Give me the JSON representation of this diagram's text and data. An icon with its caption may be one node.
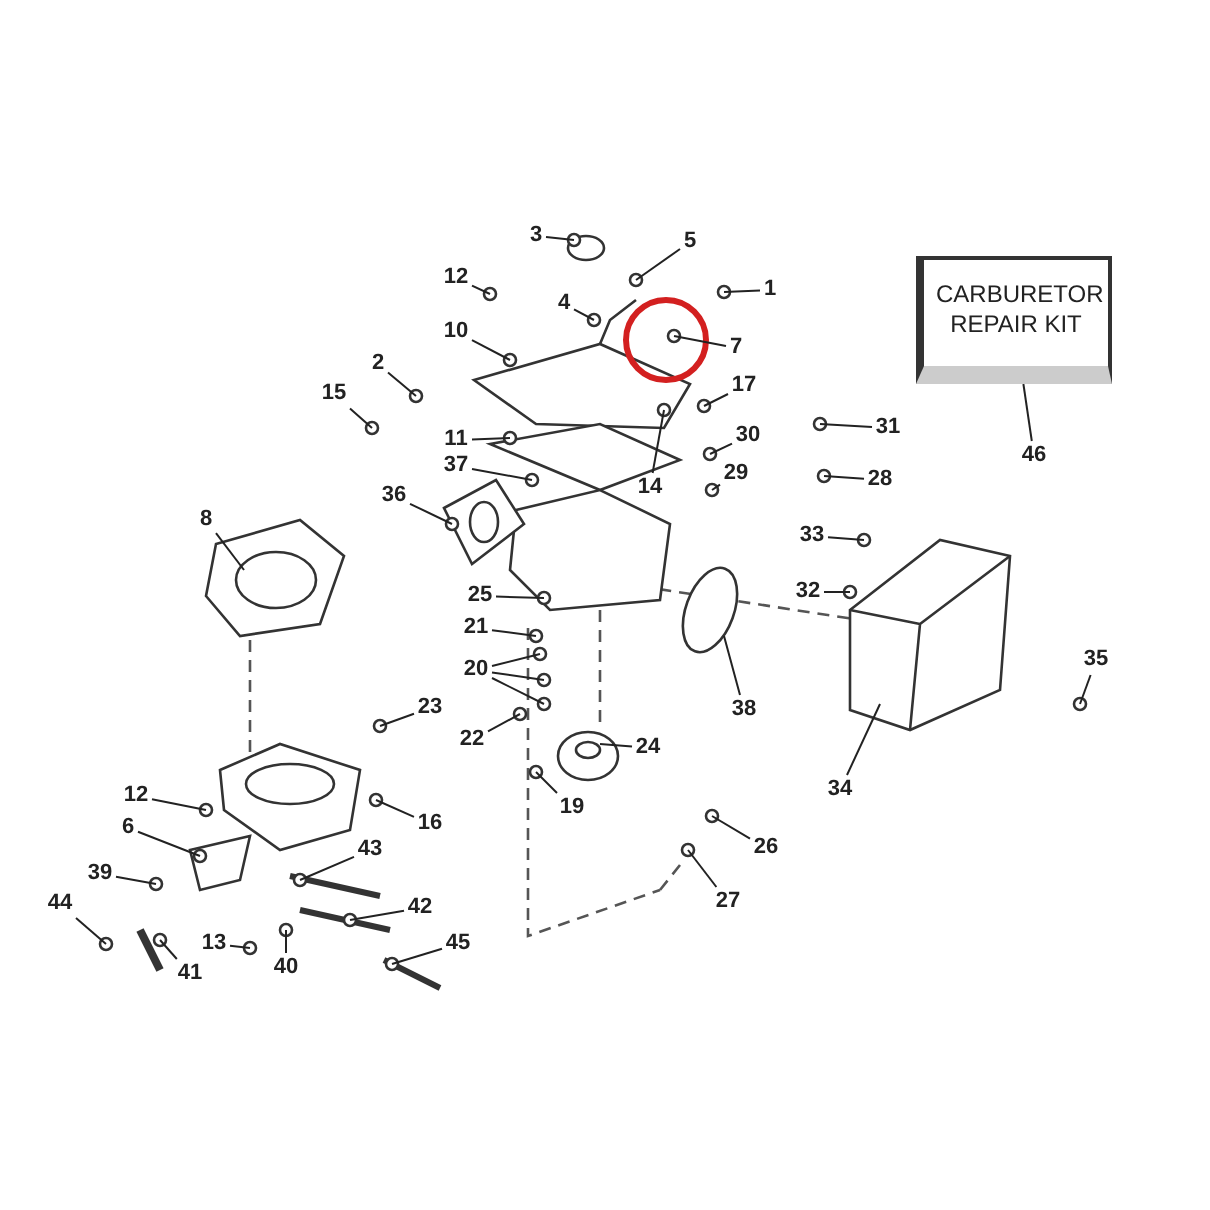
{
  "diagram": {
    "nodes": [
      {
        "text": [
          "3"
        ]
      },
      {
        "text": [
          "CARBURETOR REPAIR KIT"
        ]
      },
      {
        "text": [
          "5"
        ]
      },
      {
        "text": [
          "12"
        ]
      },
      {
        "text": [
          "4"
        ]
      },
      {
        "text": [
          "1"
        ]
      },
      {
        "text": [
          "10"
        ]
      },
      {
        "text": [
          "7"
        ]
      },
      {
        "text": [
          "2"
        ]
      },
      {
        "text": [
          "17"
        ]
      },
      {
        "text": [
          "15"
        ]
      },
      {
        "text": [
          "11"
        ]
      },
      {
        "text": [
          "30"
        ]
      },
      {
        "text": [
          "31"
        ]
      },
      {
        "text": [
          "46"
        ]
      },
      {
        "text": [
          "37"
        ]
      },
      {
        "text": [
          "29"
        ]
      },
      {
        "text": [
          "14"
        ]
      },
      {
        "text": [
          "28"
        ]
      },
      {
        "text": [
          "36"
        ]
      },
      {
        "text": [
          "8"
        ]
      },
      {
        "text": [
          "33"
        ]
      },
      {
        "text": [
          "32"
        ]
      },
      {
        "text": [
          "25"
        ]
      },
      {
        "text": [
          "21"
        ]
      },
      {
        "text": [
          "35"
        ]
      },
      {
        "text": [
          "20"
        ]
      },
      {
        "text": [
          "38"
        ]
      },
      {
        "text": [
          "23"
        ]
      },
      {
        "text": [
          "22"
        ]
      },
      {
        "text": [
          "24"
        ]
      },
      {
        "text": [
          "34"
        ]
      },
      {
        "text": [
          "12"
        ]
      },
      {
        "text": [
          "19"
        ]
      },
      {
        "text": [
          "16"
        ]
      },
      {
        "text": [
          "6"
        ]
      },
      {
        "text": [
          "26"
        ]
      },
      {
        "text": [
          "43"
        ]
      },
      {
        "text": [
          "39"
        ]
      },
      {
        "text": [
          "27"
        ]
      },
      {
        "text": [
          "44"
        ]
      },
      {
        "text": [
          "42"
        ]
      },
      {
        "text": [
          "13"
        ]
      },
      {
        "text": [
          "45"
        ]
      },
      {
        "text": [
          "40"
        ]
      },
      {
        "text": [
          "41"
        ]
      }
    ],
    "edges": [
      {
        "from": 0,
        "to": null,
        "arrow": "none"
      },
      {
        "from": 2,
        "to": null,
        "arrow": "none"
      },
      {
        "from": 3,
        "to": null,
        "arrow": "none"
      },
      {
        "from": 4,
        "to": null,
        "arrow": "none"
      },
      {
        "from": 5,
        "to": null,
        "arrow": "none"
      },
      {
        "from": 6,
        "to": null,
        "arrow": "none"
      },
      {
        "from": 7,
        "to": null,
        "arrow": "none"
      },
      {
        "from": 8,
        "to": null,
        "arrow": "none"
      },
      {
        "from": 9,
        "to": null,
        "arrow": "none"
      },
      {
        "from": 10,
        "to": null,
        "arrow": "none"
      },
      {
        "from": 11,
        "to": null,
        "arrow": "none"
      },
      {
        "from": 12,
        "to": null,
        "arrow": "none"
      },
      {
        "from": 13,
        "to": null,
        "arrow": "none"
      },
      {
        "from": 14,
        "to": 1,
        "arrow": "none"
      },
      {
        "from": 15,
        "to": null,
        "arrow": "none"
      },
      {
        "from": 16,
        "to": null,
        "arrow": "none"
      },
      {
        "from": 17,
        "to": null,
        "arrow": "none"
      },
      {
        "from": 18,
        "to": null,
        "arrow": "none"
      },
      {
        "from": 19,
        "to": null,
        "arrow": "none"
      },
      {
        "from": 20,
        "to": null,
        "arrow": "none"
      },
      {
        "from": 21,
        "to": null,
        "arrow": "none"
      },
      {
        "from": 22,
        "to": null,
        "arrow": "none"
      },
      {
        "from": 23,
        "to": null,
        "arrow": "none"
      },
      {
        "from": 24,
        "to": null,
        "arrow": "none"
      },
      {
        "from": 25,
        "to": null,
        "arrow": "none"
      },
      {
        "from": 26,
        "to": null,
        "arrow": "none"
      },
      {
        "from": 26,
        "to": null,
        "arrow": "none"
      },
      {
        "from": 26,
        "to": null,
        "arrow": "none"
      },
      {
        "from": 27,
        "to": null,
        "arrow": "none"
      },
      {
        "from": 28,
        "to": null,
        "arrow": "none"
      },
      {
        "from": 29,
        "to": null,
        "arrow": "none"
      },
      {
        "from": 30,
        "to": null,
        "arrow": "none"
      },
      {
        "from": 31,
        "to": null,
        "arrow": "none"
      },
      {
        "from": 32,
        "to": null,
        "arrow": "none"
      },
      {
        "from": 33,
        "to": null,
        "arrow": "none"
      },
      {
        "from": 34,
        "to": null,
        "arrow": "none"
      },
      {
        "from": 35,
        "to": null,
        "arrow": "none"
      },
      {
        "from": 36,
        "to": null,
        "arrow": "none"
      },
      {
        "from": 37,
        "to": null,
        "arrow": "none"
      },
      {
        "from": 38,
        "to": null,
        "arrow": "none"
      },
      {
        "from": 39,
        "to": null,
        "arrow": "none"
      },
      {
        "from": 40,
        "to": null,
        "arrow": "none"
      },
      {
        "from": 41,
        "to": null,
        "arrow": "none"
      },
      {
        "from": 42,
        "to": null,
        "arrow": "none"
      },
      {
        "from": 43,
        "to": null,
        "arrow": "none"
      },
      {
        "from": 44,
        "to": null,
        "arrow": "none"
      },
      {
        "from": 45,
        "to": null,
        "arrow": "none"
      }
    ]
  }
}
